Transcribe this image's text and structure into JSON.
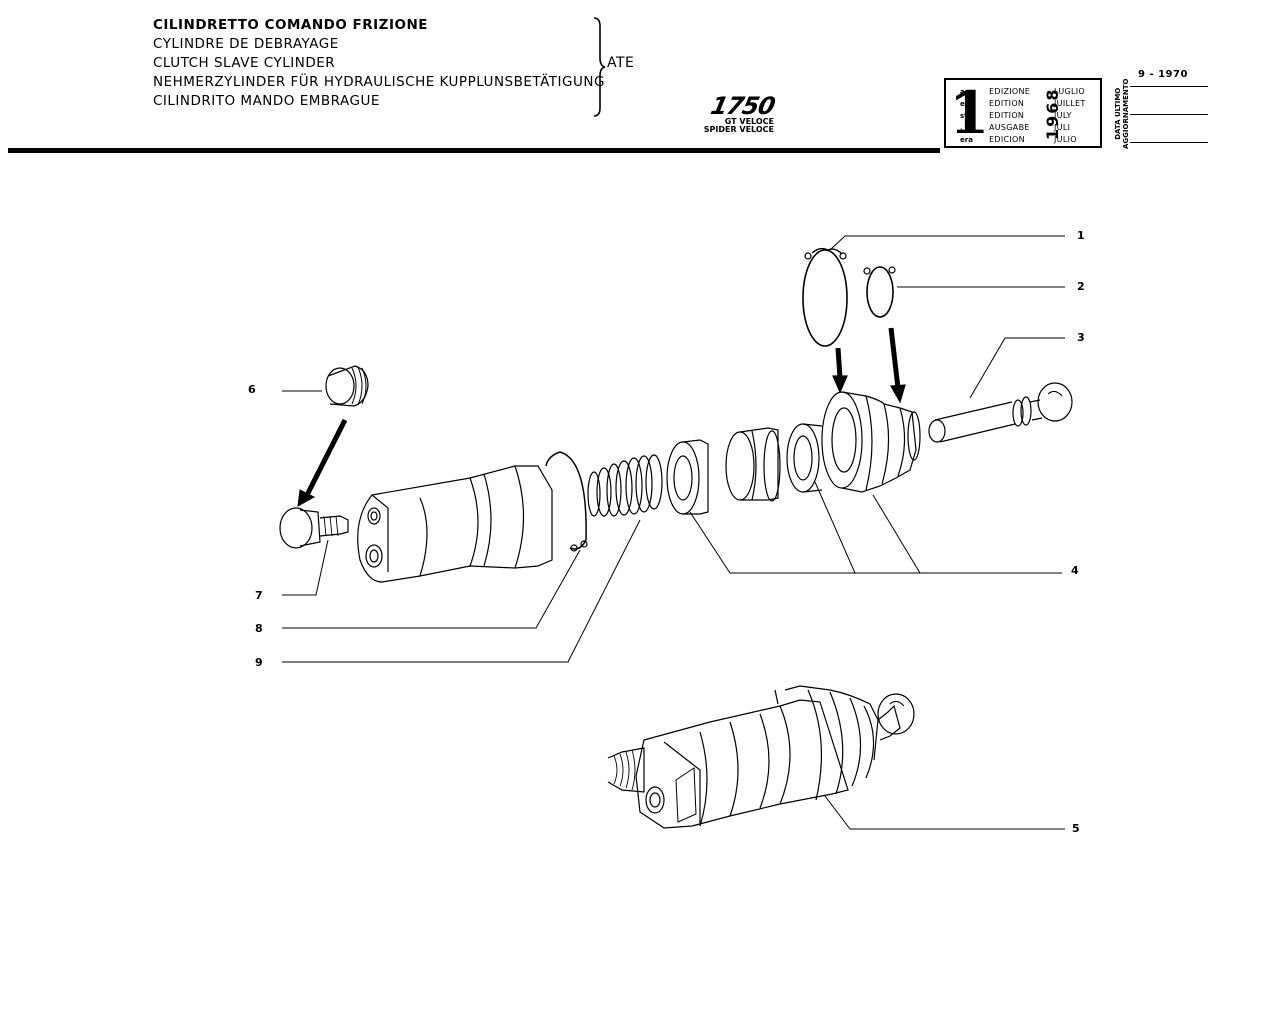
{
  "header": {
    "titles": [
      "CILINDRETTO COMANDO FRIZIONE",
      "CYLINDRE DE DEBRAYAGE",
      "CLUTCH SLAVE CYLINDER",
      "NEHMERZYLINDER FÜR HYDRAULISCHE KUPPLUNSBETÄTIGUNG",
      "CILINDRITO MANDO EMBRAGUE"
    ],
    "supplier": "ATE",
    "model": {
      "number": "1750",
      "line1": "GT VELOCE",
      "line2": "SPIDER VELOCE"
    }
  },
  "edition_box": {
    "number": "1",
    "abbreviations": [
      "a",
      "ere",
      "st",
      ".",
      "era"
    ],
    "labels": [
      "EDIZIONE",
      "EDITION",
      "EDITION",
      "AUSGABE",
      "EDICION"
    ],
    "year": "1968",
    "months": [
      "LUGLIO",
      "JUILLET",
      "JULY",
      "JULI",
      "JULIO"
    ]
  },
  "update": {
    "label_line1": "DATA ULTIMO",
    "label_line2": "AGGIORNAMENTO",
    "date": "9 - 1970"
  },
  "callouts": {
    "c1": "1",
    "c2": "2",
    "c3": "3",
    "c4": "4",
    "c5": "5",
    "c6": "6",
    "c7": "7",
    "c8": "8",
    "c9": "9"
  }
}
